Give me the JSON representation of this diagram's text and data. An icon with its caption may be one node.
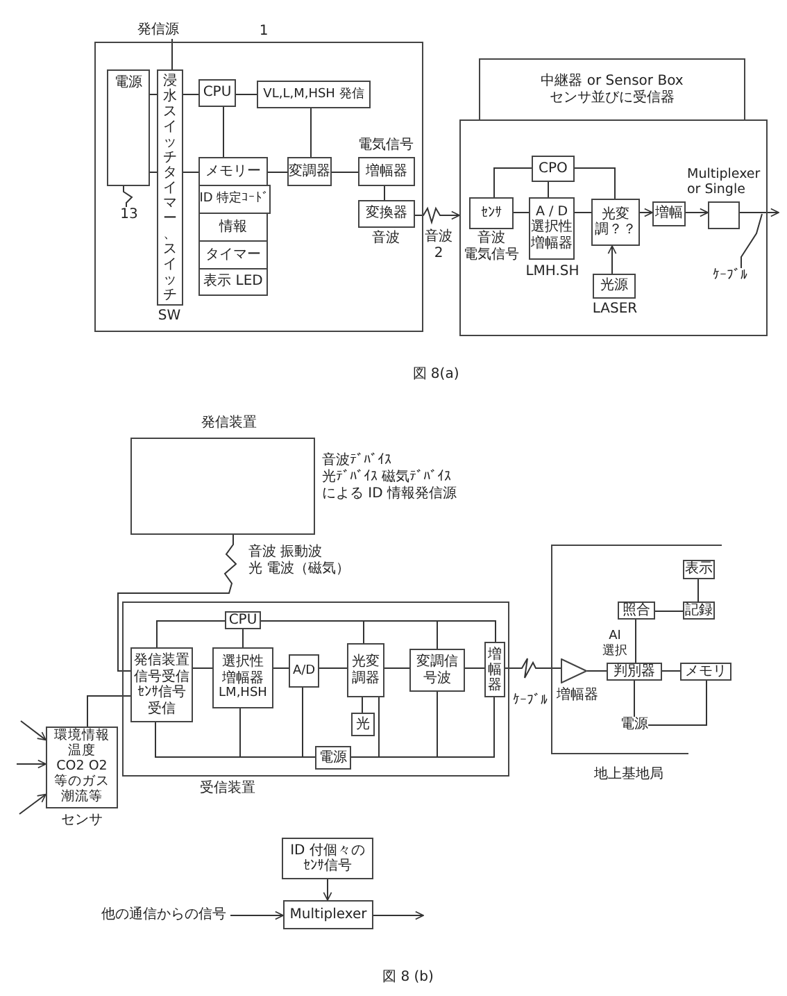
{
  "diagram": {
    "nodes": [
      {
        "text": [
          "発信源"
        ]
      },
      {
        "text": [
          "1"
        ]
      },
      {
        "text": [
          "電源"
        ],
        "in": 1
      },
      {
        "text": [
          "13"
        ],
        "in": 1
      },
      {
        "text": [
          "浸水スイッチタイマー、スイッチ"
        ],
        "beside": [
          "SW"
        ],
        "in": 1
      },
      {
        "text": [
          "CPU"
        ],
        "in": 1
      },
      {
        "text": [
          "VL,L,M,HSH 発信"
        ],
        "in": 1
      },
      {
        "text": [
          "メモリー"
        ],
        "in": 1
      },
      {
        "text": [
          "ID 特定ｺｰﾄﾞ"
        ],
        "in": 1
      },
      {
        "text": [
          "情報"
        ],
        "in": 1
      },
      {
        "text": [
          "タイマー"
        ],
        "in": 1
      },
      {
        "text": [
          "表示 LED"
        ],
        "in": 1
      },
      {
        "text": [
          "変調器"
        ],
        "in": 1
      },
      {
        "text": [
          "増幅器"
        ],
        "beside": [
          "電気信号"
        ],
        "in": 1
      },
      {
        "text": [
          "変換器"
        ],
        "beside": [
          "音波"
        ],
        "in": 1
      },
      {
        "text": [
          "中継器 or Sensor Box",
          "センサ並びに受信器"
        ]
      },
      {
        "text": [],
        "shape": "box"
      },
      {
        "text": [
          "ｾﾝｻ"
        ],
        "beside": [
          "音波",
          "電気信号"
        ],
        "in": 16
      },
      {
        "text": [
          "CPO"
        ],
        "in": 16
      },
      {
        "text": [
          "A / D",
          "選択性増幅器"
        ],
        "beside": [
          "LMH.SH"
        ],
        "in": 16
      },
      {
        "text": [
          "光変調？？"
        ],
        "in": 16
      },
      {
        "text": [
          "増幅"
        ],
        "in": 16
      },
      {
        "text": [
          "Multiplexer or Single"
        ],
        "in": 16
      },
      {
        "text": [
          "光源"
        ],
        "beside": [
          "LASER"
        ],
        "in": 16
      },
      {
        "text": [
          "ｹｰﾌﾞﾙ"
        ],
        "in": 16
      },
      {
        "text": [
          "発信装置"
        ],
        "beside": [
          "音波ﾃﾞﾊﾞｲｽ光ﾃﾞﾊﾞｲｽ 磁気ﾃﾞﾊﾞｲｽによる ID 情報発信源"
        ]
      },
      {
        "text": [
          "受信装置"
        ]
      },
      {
        "text": [
          "CPU"
        ],
        "in": 26
      },
      {
        "text": [
          "発信装置信号受信",
          "ｾﾝｻ信号受信"
        ],
        "in": 26
      },
      {
        "text": [
          "選択性増幅器",
          "LM,HSH"
        ],
        "in": 26
      },
      {
        "text": [
          "A/D"
        ],
        "in": 26
      },
      {
        "text": [
          "光変調器"
        ],
        "in": 26
      },
      {
        "text": [
          "変調信号波"
        ],
        "in": 26
      },
      {
        "text": [
          "増幅器"
        ],
        "in": 26
      },
      {
        "text": [
          "光"
        ],
        "in": 26
      },
      {
        "text": [
          "電源"
        ],
        "in": 26
      },
      {
        "text": [
          "環境情報温度CO2 O2等のガス潮流等"
        ],
        "beside": [
          "センサ"
        ]
      },
      {
        "text": [
          "地上基地局"
        ]
      },
      {
        "text": [
          "表示"
        ],
        "in": 37
      },
      {
        "text": [
          "記録"
        ],
        "in": 37
      },
      {
        "text": [
          "照合"
        ],
        "in": 37
      },
      {
        "text": [
          "増幅器"
        ],
        "in": 37
      },
      {
        "text": [
          "判別器"
        ],
        "beside": [
          "AI 選択"
        ],
        "in": 37
      },
      {
        "text": [
          "メモリ"
        ],
        "in": 37
      },
      {
        "text": [
          "電源"
        ],
        "in": 37
      },
      {
        "text": [
          "ID 付個々のｾﾝｻ信号"
        ]
      },
      {
        "text": [
          "他の通信からの信号"
        ]
      },
      {
        "text": [
          "Multiplexer"
        ]
      }
    ],
    "edges": [
      {
        "from": 0,
        "to": 4,
        "arrow": "none"
      },
      {
        "from": 2,
        "to": 4,
        "arrow": "none"
      },
      {
        "from": 2,
        "to": 4,
        "arrow": "none"
      },
      {
        "from": 3,
        "to": 2,
        "arrow": "none"
      },
      {
        "from": 4,
        "to": 5,
        "arrow": "none"
      },
      {
        "from": 4,
        "to": 7,
        "arrow": "none"
      },
      {
        "from": 5,
        "to": 6,
        "arrow": "none"
      },
      {
        "from": 5,
        "to": 7,
        "arrow": "none"
      },
      {
        "from": 6,
        "to": 12,
        "arrow": "none"
      },
      {
        "from": 7,
        "to": 12,
        "arrow": "none"
      },
      {
        "from": 12,
        "to": 13,
        "arrow": "none"
      },
      {
        "from": 13,
        "to": 14,
        "arrow": "none"
      },
      {
        "from": 14,
        "to": 16,
        "arrow": "to",
        "label": "音波 2"
      },
      {
        "from": 18,
        "to": 17,
        "arrow": "none"
      },
      {
        "from": 18,
        "to": 19,
        "arrow": "none"
      },
      {
        "from": 18,
        "to": 20,
        "arrow": "none"
      },
      {
        "from": 17,
        "to": 19,
        "arrow": "none"
      },
      {
        "from": 19,
        "to": 20,
        "arrow": "none"
      },
      {
        "from": 20,
        "to": 21,
        "arrow": "to"
      },
      {
        "from": 21,
        "to": 22,
        "arrow": "to"
      },
      {
        "from": 22,
        "to": null,
        "arrow": "to"
      },
      {
        "from": 23,
        "to": 20,
        "arrow": "to"
      },
      {
        "from": 24,
        "to": null,
        "arrow": "none"
      },
      {
        "from": 25,
        "to": 28,
        "arrow": "none",
        "label": "音波 振動波光 電波（磁気）"
      },
      {
        "from": 27,
        "to": 28,
        "arrow": "none"
      },
      {
        "from": 27,
        "to": 29,
        "arrow": "none"
      },
      {
        "from": 27,
        "to": 31,
        "arrow": "none"
      },
      {
        "from": 27,
        "to": 32,
        "arrow": "none"
      },
      {
        "from": 27,
        "to": 33,
        "arrow": "none"
      },
      {
        "from": 28,
        "to": 29,
        "arrow": "none"
      },
      {
        "from": 29,
        "to": 30,
        "arrow": "none"
      },
      {
        "from": 30,
        "to": 31,
        "arrow": "none"
      },
      {
        "from": 31,
        "to": 32,
        "arrow": "none"
      },
      {
        "from": 32,
        "to": 33,
        "arrow": "none"
      },
      {
        "from": 31,
        "to": 34,
        "arrow": "none"
      },
      {
        "from": 28,
        "to": 35,
        "arrow": "none"
      },
      {
        "from": 29,
        "to": 35,
        "arrow": "none"
      },
      {
        "from": 30,
        "to": 35,
        "arrow": "none"
      },
      {
        "from": 31,
        "to": 35,
        "arrow": "none"
      },
      {
        "from": 32,
        "to": 35,
        "arrow": "none"
      },
      {
        "from": 33,
        "to": 35,
        "arrow": "none"
      },
      {
        "from": null,
        "to": 36,
        "arrow": "to"
      },
      {
        "from": null,
        "to": 36,
        "arrow": "to"
      },
      {
        "from": null,
        "to": 36,
        "arrow": "to"
      },
      {
        "from": 36,
        "to": 28,
        "arrow": "none"
      },
      {
        "from": 33,
        "to": 41,
        "arrow": "none",
        "label": "ｹｰﾌﾞﾙ"
      },
      {
        "from": 41,
        "to": 42,
        "arrow": "none"
      },
      {
        "from": 42,
        "to": 43,
        "arrow": "none"
      },
      {
        "from": 42,
        "to": 40,
        "arrow": "none"
      },
      {
        "from": 40,
        "to": 39,
        "arrow": "none"
      },
      {
        "from": 39,
        "to": 38,
        "arrow": "none"
      },
      {
        "from": 42,
        "to": 44,
        "arrow": "none"
      },
      {
        "from": 43,
        "to": 44,
        "arrow": "none"
      },
      {
        "from": 45,
        "to": 47,
        "arrow": "to"
      },
      {
        "from": 46,
        "to": 47,
        "arrow": "to"
      },
      {
        "from": 47,
        "to": null,
        "arrow": "to"
      }
    ],
    "labels": [
      "図 8(a)",
      "図 8 (b)"
    ]
  }
}
